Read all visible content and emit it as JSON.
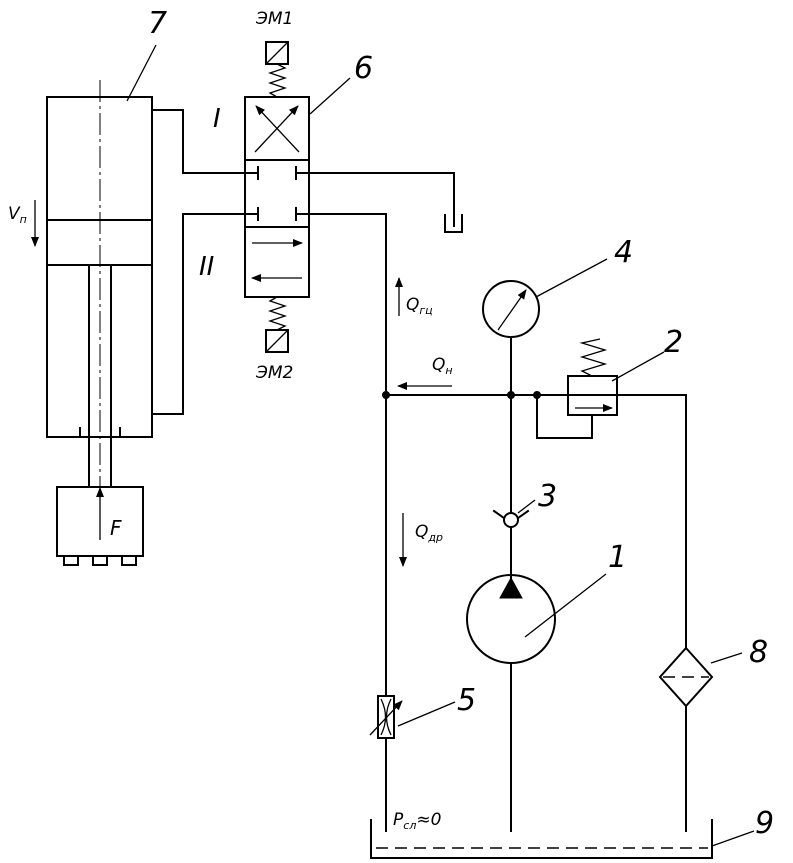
{
  "labels": {
    "n1": "1",
    "n2": "2",
    "n3": "3",
    "n4": "4",
    "n5": "5",
    "n6": "6",
    "n7": "7",
    "n8": "8",
    "n9": "9",
    "pos_1": "I",
    "pos_2": "II",
    "em1": "ЭМ1",
    "em2": "ЭМ2",
    "v_main": "V",
    "v_sub": "п",
    "f": "F",
    "q_gc_main": "Q",
    "q_gc_sub": "гц",
    "q_n_main": "Q",
    "q_n_sub": "н",
    "q_dr_main": "Q",
    "q_dr_sub": "др",
    "p_main": "P",
    "p_sub": "сл",
    "p_eq": "≈0"
  }
}
